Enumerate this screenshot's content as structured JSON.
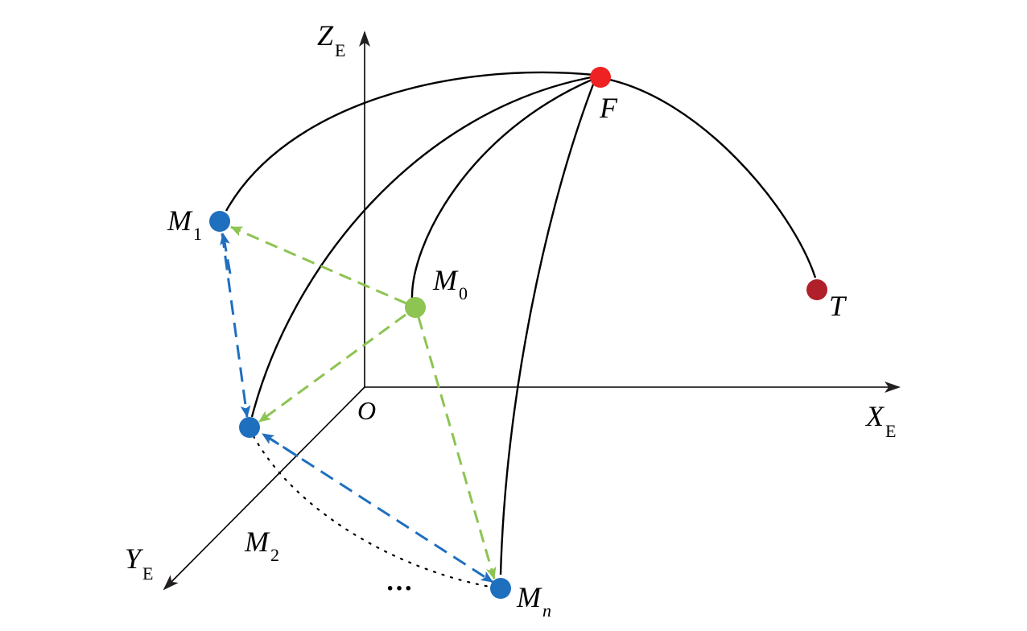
{
  "colors": {
    "axis": "#000000",
    "trajectory": "#000000",
    "focus_point": "#ee2222",
    "target_point": "#b0202a",
    "origin_missile": "#8dc452",
    "swarm_missile": "#1f6fbf",
    "green_arrow": "#8dc452",
    "blue_arrow": "#1f6fbf"
  },
  "axes": {
    "x": {
      "letter": "X",
      "sub": "E",
      "arrow_icon": "arrow-head-icon"
    },
    "y": {
      "letter": "Y",
      "sub": "E",
      "arrow_icon": "arrow-head-icon"
    },
    "z": {
      "letter": "Z",
      "sub": "E",
      "arrow_icon": "arrow-head-icon"
    },
    "origin": "O"
  },
  "points": {
    "F": {
      "letter": "F"
    },
    "T": {
      "letter": "T"
    },
    "M0": {
      "letter": "M",
      "sub": "0"
    },
    "M1": {
      "letter": "M",
      "sub": "1"
    },
    "M2": {
      "letter": "M",
      "sub": "2"
    },
    "Mn": {
      "letter": "M",
      "sub": "n"
    }
  },
  "ellipsis": "···"
}
